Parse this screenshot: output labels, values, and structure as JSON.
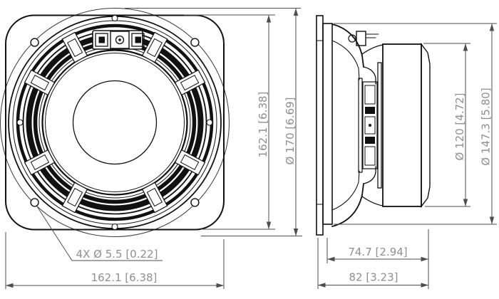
{
  "document": {
    "type": "technical dimension drawing",
    "subject": "loudspeaker driver — front view and side view",
    "units": "mm [inches]"
  },
  "colors": {
    "background": "#ffffff",
    "geometry_line": "#111111",
    "dimension_line": "#4d4d4d",
    "dimension_text": "#8f8f8f"
  },
  "front_view": {
    "dimensions": {
      "frame_height": "162.1 [6.38]",
      "bolt_circle_diameter": "Ø 170 [6.69]",
      "mounting_holes": "4X Ø 5.5 [0.22]",
      "frame_width": "162.1 [6.38]"
    }
  },
  "side_view": {
    "dimensions": {
      "magnet_diameter": "Ø 120 [4.72]",
      "front_diameter": "Ø 147.3 [5.80]",
      "mounting_depth": "74.7 [2.94]",
      "overall_depth": "82 [3.23]"
    }
  }
}
